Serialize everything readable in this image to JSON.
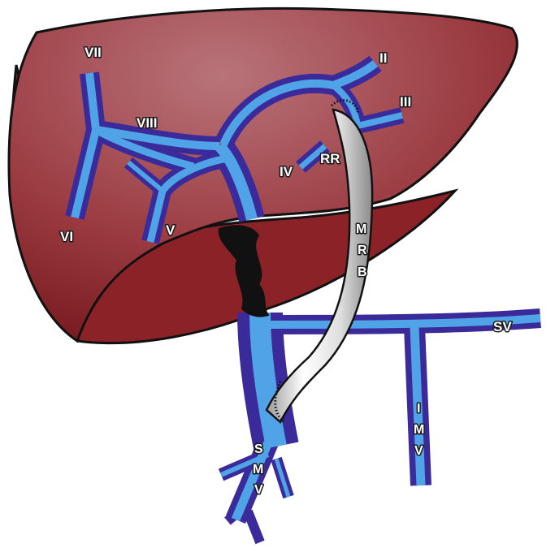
{
  "labels": {
    "segment_ii": "II",
    "segment_iii": "III",
    "segment_iv": "IV",
    "segment_v": "V",
    "segment_vi": "VI",
    "segment_vii": "VII",
    "segment_viii": "VIII",
    "rr": "RR",
    "mrb": [
      "M",
      "R",
      "B"
    ],
    "sv": "SV",
    "imv": [
      "I",
      "M",
      "V"
    ],
    "smv": [
      "S",
      "M",
      "V"
    ]
  },
  "colors": {
    "liver_light": "#b5696e",
    "liver_dark": "#7a1418",
    "vein_core": "#4fa3e6",
    "vein_edge": "#3a2a9a",
    "bypass_graft": "#e8e8e8",
    "occlusion": "#111111",
    "outline": "#111111"
  }
}
